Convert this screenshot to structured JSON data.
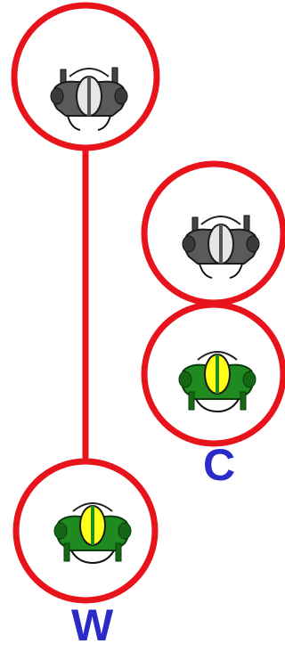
{
  "colors": {
    "ring": "#e8141c",
    "link_line": "#e8141c",
    "label": "#2b2bc8",
    "team_gray_body": "#5a5a5a",
    "team_gray_helmet": "#e6e6e6",
    "team_green_body": "#1f8a1f",
    "team_green_helmet": "#ffff1a",
    "background": "#ffffff"
  },
  "players": [
    {
      "id": "gray-top",
      "team": "gray",
      "label": ""
    },
    {
      "id": "gray-mid",
      "team": "gray",
      "label": ""
    },
    {
      "id": "green-c",
      "team": "green",
      "label": "C"
    },
    {
      "id": "green-w",
      "team": "green",
      "label": "W"
    }
  ],
  "labels": {
    "c": "C",
    "w": "W"
  }
}
